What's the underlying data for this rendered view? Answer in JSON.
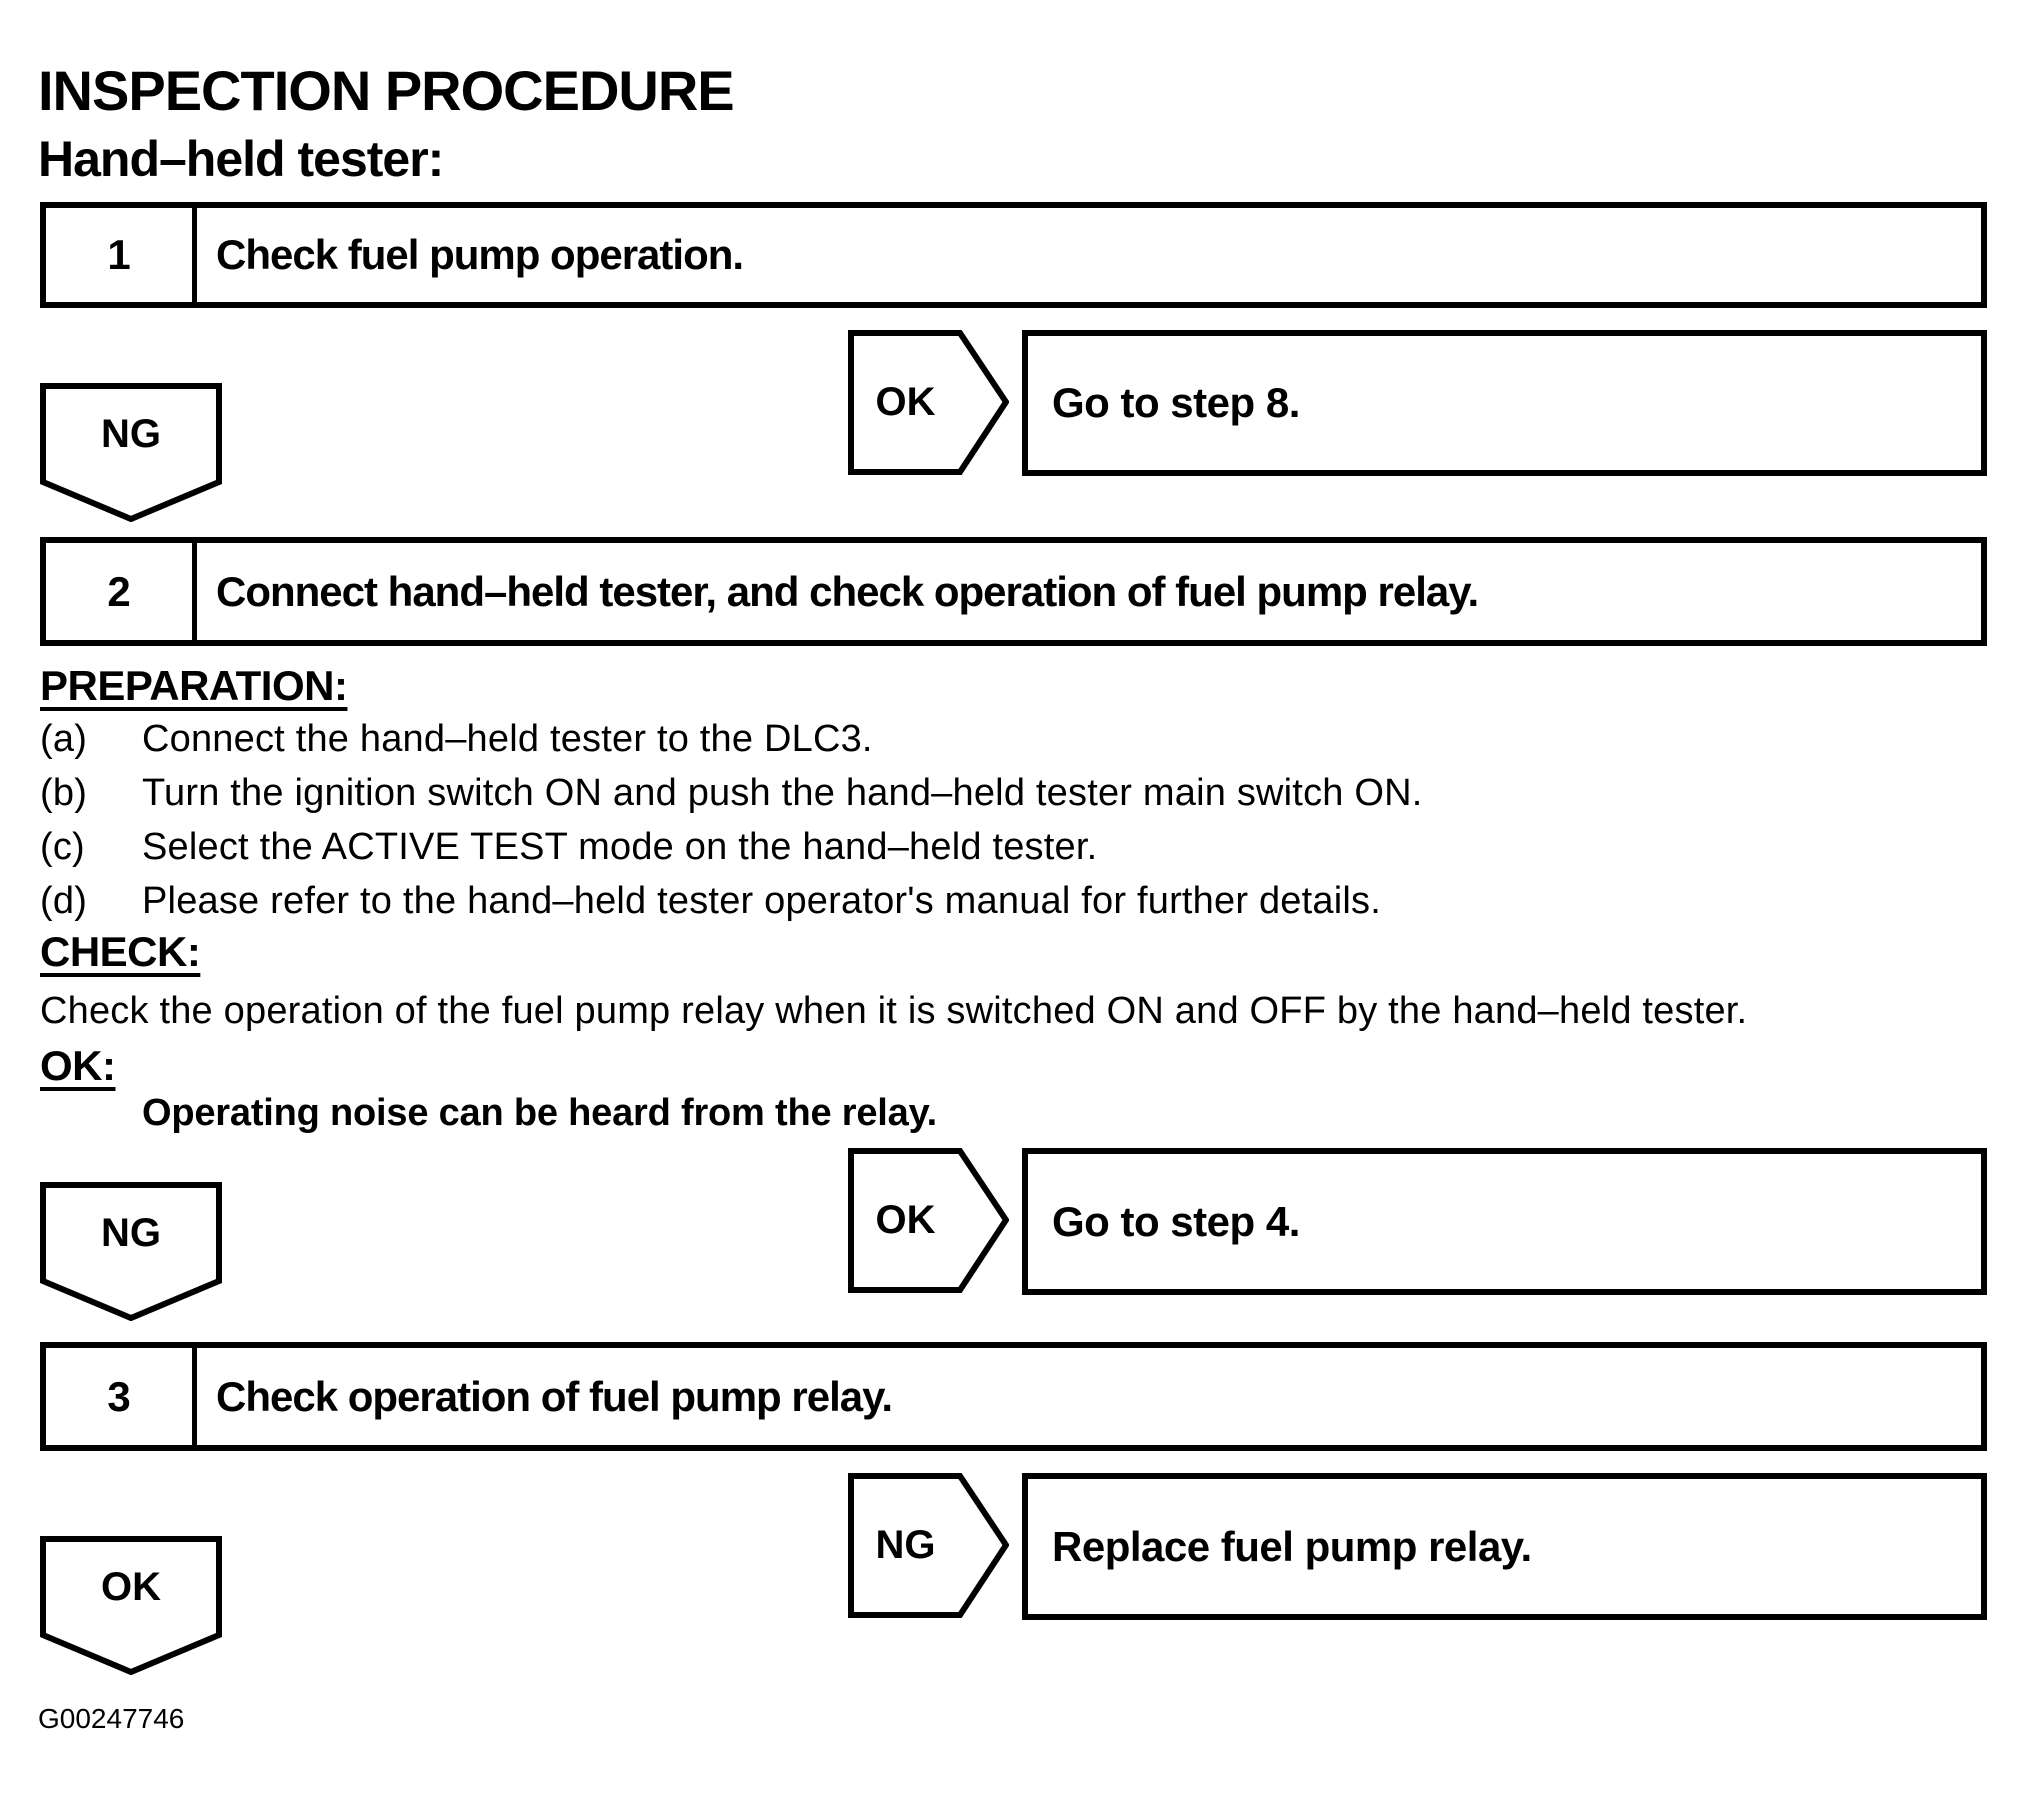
{
  "page": {
    "title": "INSPECTION PROCEDURE",
    "subtitle": "Hand–held tester:",
    "figure_id": "G00247746"
  },
  "colors": {
    "ink": "#000000",
    "paper": "#ffffff"
  },
  "steps": [
    {
      "number": "1",
      "description": "Check fuel pump operation."
    },
    {
      "number": "2",
      "description": "Connect hand–held tester, and check operation of fuel pump relay."
    },
    {
      "number": "3",
      "description": "Check operation of fuel pump relay."
    }
  ],
  "connectors": [
    {
      "label": "OK",
      "result": "Go to step 8."
    },
    {
      "label": "OK",
      "result": "Go to step 4."
    },
    {
      "label": "NG",
      "result": "Replace fuel pump relay."
    }
  ],
  "down_arrows": [
    {
      "label": "NG"
    },
    {
      "label": "NG"
    },
    {
      "label": "OK"
    }
  ],
  "sections": {
    "preparation": {
      "heading": "PREPARATION:",
      "items": [
        {
          "label": "(a)",
          "text": "Connect the hand–held tester to the DLC3."
        },
        {
          "label": "(b)",
          "text": "Turn the ignition switch ON and push the hand–held tester main switch ON."
        },
        {
          "label": "(c)",
          "text": "Select the ACTIVE TEST mode on the hand–held tester."
        },
        {
          "label": "(d)",
          "text": "Please refer to the hand–held tester operator's manual for further details."
        }
      ]
    },
    "check": {
      "heading": "CHECK:",
      "text": "Check the operation of the fuel pump relay when it is switched ON and OFF by the hand–held tester."
    },
    "ok": {
      "heading": "OK:",
      "text": "Operating noise can be heard from the relay."
    }
  }
}
